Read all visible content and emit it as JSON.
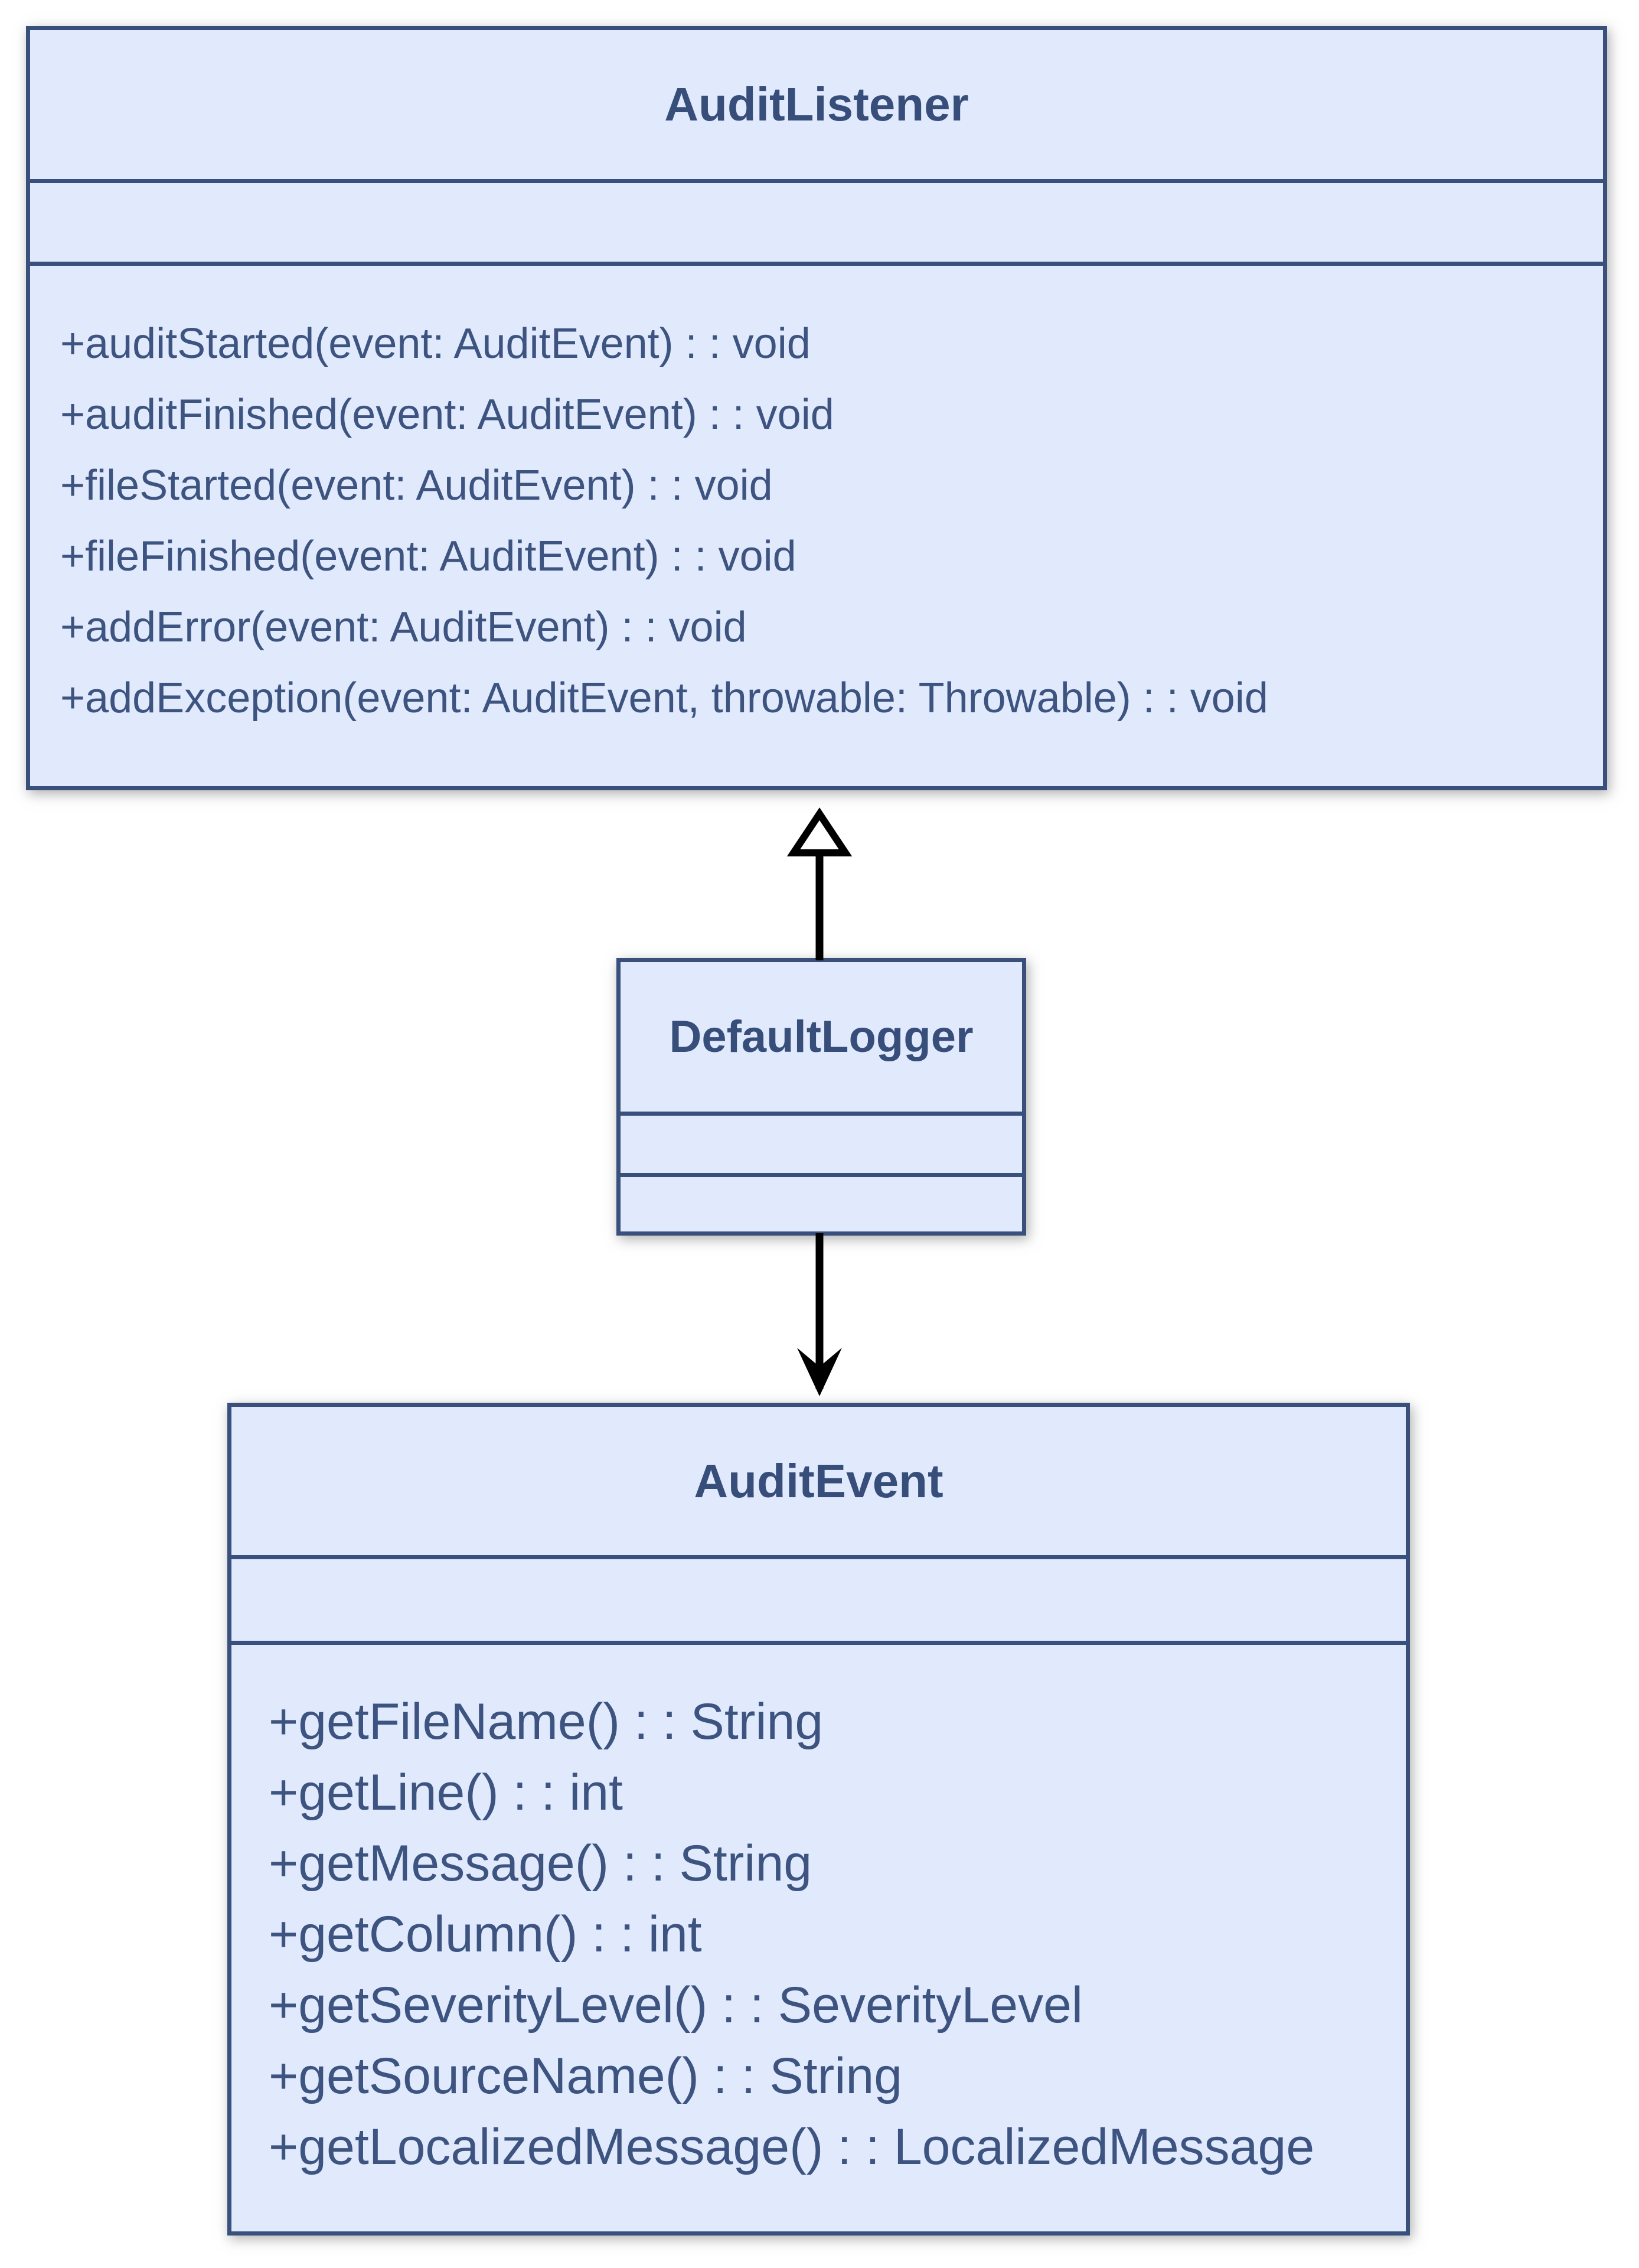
{
  "diagram": {
    "kind": "uml-class-diagram",
    "classes": {
      "audit_listener": {
        "name": "AuditListener",
        "attributes": [],
        "methods": [
          "+auditStarted(event: AuditEvent) : : void",
          "+auditFinished(event: AuditEvent) : : void",
          "+fileStarted(event: AuditEvent) : : void",
          "+fileFinished(event: AuditEvent) : : void",
          "+addError(event: AuditEvent) : : void",
          "+addException(event: AuditEvent, throwable: Throwable) : : void"
        ]
      },
      "default_logger": {
        "name": "DefaultLogger",
        "attributes": [],
        "methods": []
      },
      "audit_event": {
        "name": "AuditEvent",
        "attributes": [],
        "methods": [
          "+getFileName() : : String",
          "+getLine() : : int",
          "+getMessage() : : String",
          "+getColumn() : : int",
          "+getSeverityLevel() : : SeverityLevel",
          "+getSourceName() : : String",
          "+getLocalizedMessage() : : LocalizedMessage"
        ]
      }
    },
    "relations": [
      {
        "type": "realization",
        "from": "DefaultLogger",
        "to": "AuditListener",
        "arrowhead": "hollow-triangle"
      },
      {
        "type": "directed-association",
        "from": "DefaultLogger",
        "to": "AuditEvent",
        "arrowhead": "open-v"
      }
    ],
    "colors": {
      "background": "#ffffff",
      "class_fill": "#e1e9fc",
      "class_border": "#394f7c",
      "class_text": "#3d5480",
      "arrow": "#000000"
    }
  }
}
